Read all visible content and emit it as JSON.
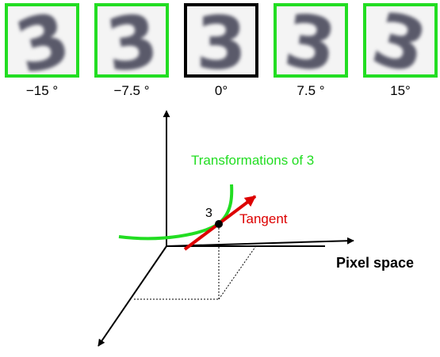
{
  "rotations": [
    {
      "angle_label": "−15 °",
      "frame_color": "#22dd22",
      "angle": -15
    },
    {
      "angle_label": "−7.5 °",
      "frame_color": "#22dd22",
      "angle": -7.5
    },
    {
      "angle_label": "0°",
      "frame_color": "#000000",
      "angle": 0
    },
    {
      "angle_label": "7.5 °",
      "frame_color": "#22dd22",
      "angle": 7.5
    },
    {
      "angle_label": "15°",
      "frame_color": "#22dd22",
      "angle": 15
    }
  ],
  "digit": "3",
  "curve_label": "Transformations of 3",
  "curve_color": "#22dd22",
  "tangent_label": "Tangent",
  "tangent_color": "#dd0000",
  "point_label": "3",
  "axis_label": "Pixel space"
}
